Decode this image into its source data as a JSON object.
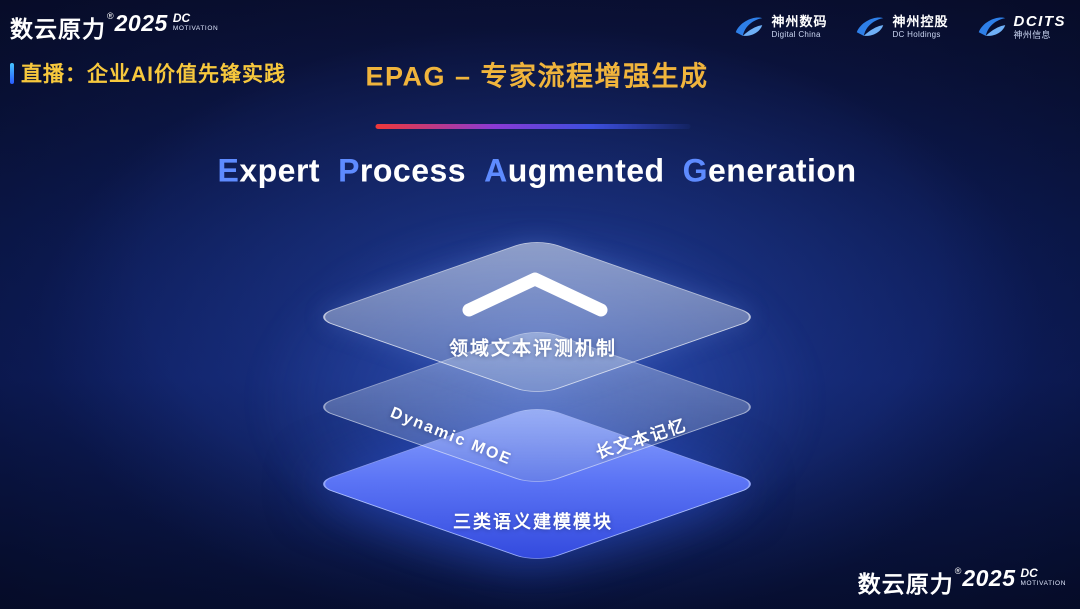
{
  "brand": {
    "name": "数云原力",
    "reg": "®",
    "year": "2025",
    "dc": "DC",
    "motivation": "MOTIVATION"
  },
  "header": {
    "live_label": "直播：企业AI价值先锋实践",
    "title": "EPAG – 专家流程增强生成"
  },
  "headline": {
    "words": [
      {
        "initial": "E",
        "rest": "xpert"
      },
      {
        "initial": "P",
        "rest": "rocess"
      },
      {
        "initial": "A",
        "rest": "ugmented"
      },
      {
        "initial": "G",
        "rest": "eneration"
      }
    ]
  },
  "partners": [
    {
      "name": "神州数码",
      "sub": "Digital China"
    },
    {
      "name": "神州控股",
      "sub": "DC Holdings"
    },
    {
      "name": "DCITS",
      "sub": "神州信息"
    }
  ],
  "diagram": {
    "top_label": "领域文本评测机制",
    "middle_left_label": "Dynamic MOE",
    "middle_right_label": "长文本记忆",
    "bottom_label": "三类语义建模模块"
  },
  "colors": {
    "title_gold": "#f0b43c",
    "live_gold": "#f7c83d",
    "headline_initial_blue": "#5e8bff",
    "layer_blue": "#4a63f0",
    "background_navy": "#0c1a52",
    "divider_red": "#ef3838"
  }
}
